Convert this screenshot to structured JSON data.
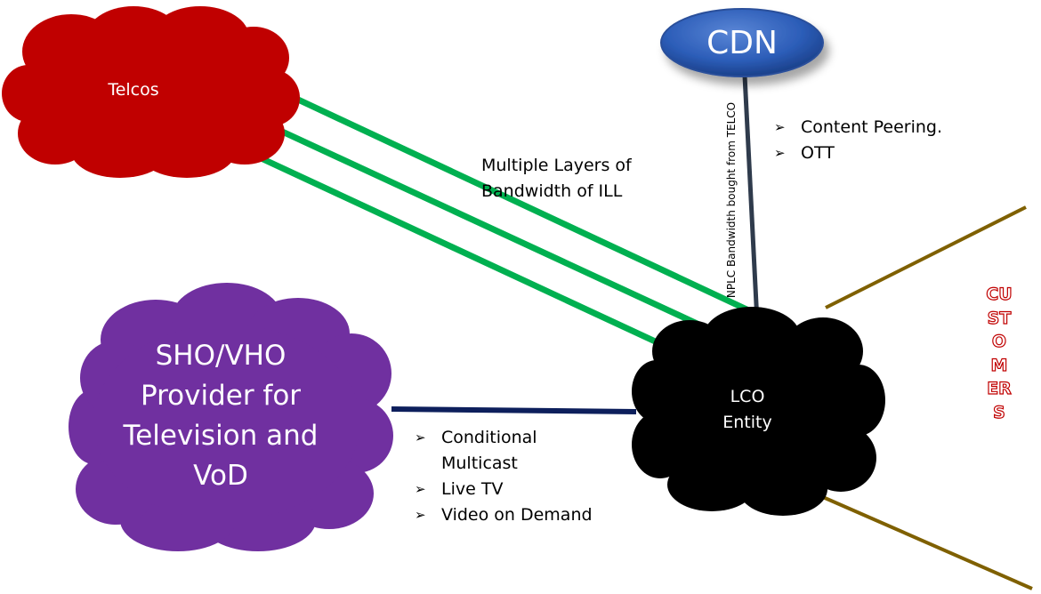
{
  "nodes": {
    "telcos": "Telcos",
    "cdn": "CDN",
    "lco": {
      "line1": "LCO",
      "line2": "Entity"
    },
    "sho": {
      "line1": "SHO/VHO",
      "line2": "Provider for",
      "line3": "Television and",
      "line4": "VoD"
    }
  },
  "edges": {
    "telco_lco": {
      "line1": "Multiple Layers of",
      "line2": "Bandwidth of ILL"
    },
    "cdn_lco": "NPLC Bandwidth bought from TELCO"
  },
  "cdn_bullets": [
    "Content Peering.",
    "OTT"
  ],
  "sho_bullets": [
    "Conditional",
    "Multicast",
    "Live TV",
    "Video on Demand"
  ],
  "bullet_marker": "➢",
  "customers": "CUSTOMERS",
  "colors": {
    "telco": "#c00000",
    "sho": "#7030a0",
    "lco": "#000000",
    "cdn_fill": "#1f4e9c",
    "green": "#00b050",
    "navy": "#0d1f5c",
    "customer_line": "#7f6000",
    "customers_text": "#c00000",
    "cdn_line": "#2f3b4c"
  }
}
